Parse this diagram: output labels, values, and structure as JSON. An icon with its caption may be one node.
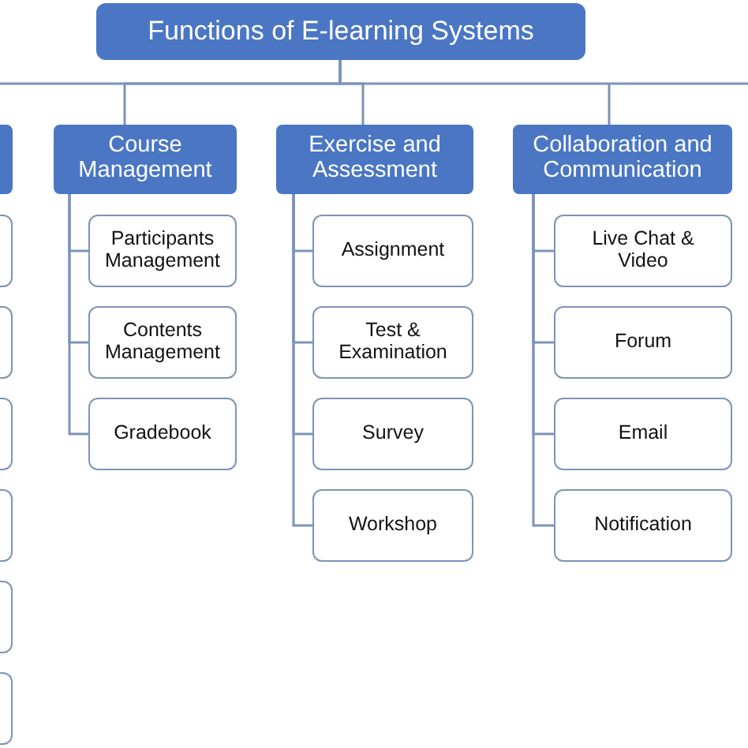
{
  "diagram": {
    "nodes": [
      {
        "text": [
          "Functions of E-learning Systems"
        ]
      },
      {
        "text": [],
        "shape": "box"
      },
      {
        "text": [
          "Course Management"
        ]
      },
      {
        "text": [
          "Exercise and Assessment"
        ]
      },
      {
        "text": [
          "Collaboration and Communication"
        ]
      },
      {
        "text": [],
        "shape": "box"
      },
      {
        "text": [],
        "shape": "box"
      },
      {
        "text": [],
        "shape": "box"
      },
      {
        "text": [],
        "shape": "box"
      },
      {
        "text": [],
        "shape": "box"
      },
      {
        "text": [],
        "shape": "box"
      },
      {
        "text": [
          "Participants Management"
        ]
      },
      {
        "text": [
          "Contents Management"
        ]
      },
      {
        "text": [
          "Gradebook"
        ]
      },
      {
        "text": [
          "Assignment"
        ]
      },
      {
        "text": [
          "Test & Examination"
        ]
      },
      {
        "text": [
          "Survey"
        ]
      },
      {
        "text": [
          "Workshop"
        ]
      },
      {
        "text": [
          "Live Chat & Video"
        ]
      },
      {
        "text": [
          "Forum"
        ]
      },
      {
        "text": [
          "Email"
        ]
      },
      {
        "text": [
          "Notification"
        ]
      }
    ],
    "edges": [
      {
        "from": 0,
        "to": 1,
        "arrow": "none"
      },
      {
        "from": 0,
        "to": 2,
        "arrow": "none"
      },
      {
        "from": 0,
        "to": 3,
        "arrow": "none"
      },
      {
        "from": 0,
        "to": 4,
        "arrow": "none"
      },
      {
        "from": 2,
        "to": 11,
        "arrow": "none"
      },
      {
        "from": 2,
        "to": 12,
        "arrow": "none"
      },
      {
        "from": 2,
        "to": 13,
        "arrow": "none"
      },
      {
        "from": 3,
        "to": 14,
        "arrow": "none"
      },
      {
        "from": 3,
        "to": 15,
        "arrow": "none"
      },
      {
        "from": 3,
        "to": 16,
        "arrow": "none"
      },
      {
        "from": 3,
        "to": 17,
        "arrow": "none"
      },
      {
        "from": 4,
        "to": 18,
        "arrow": "none"
      },
      {
        "from": 4,
        "to": 19,
        "arrow": "none"
      },
      {
        "from": 4,
        "to": 20,
        "arrow": "none"
      },
      {
        "from": 4,
        "to": 21,
        "arrow": "none"
      }
    ]
  }
}
